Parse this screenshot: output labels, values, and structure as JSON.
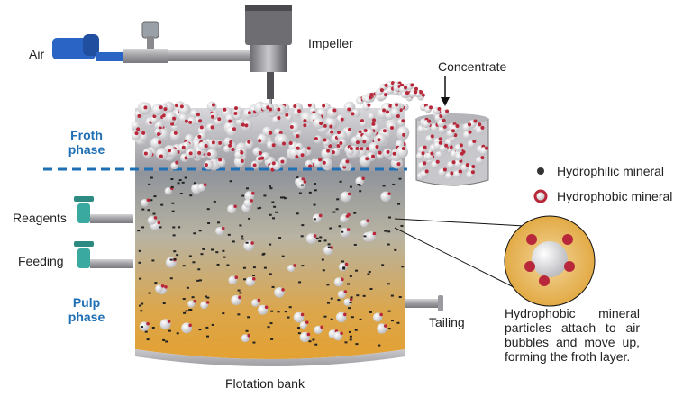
{
  "labels": {
    "air": "Air",
    "impeller": "Impeller",
    "concentrate": "Concentrate",
    "froth_phase": "Froth\nphase",
    "reagents": "Reagents",
    "feeding": "Feeding",
    "pulp_phase": "Pulp\nphase",
    "tailing": "Tailing",
    "flotation_bank": "Flotation bank",
    "note": "Hydrophobic mineral particles attach to air bubbles and move up, forming the froth layer."
  },
  "legend": {
    "hydrophilic": "Hydrophilic mineral",
    "hydrophobic": "Hydrophobic mineral"
  },
  "colors": {
    "froth_divider": "#1f6fb5",
    "pulp_top": "#9aa0a8",
    "pulp_bottom": "#e0a63a",
    "hydrophobic": "#b8283a",
    "bubble": "#e8e8ea",
    "air_pipe": "#2a64c4",
    "valve": "#3aa9a0"
  }
}
